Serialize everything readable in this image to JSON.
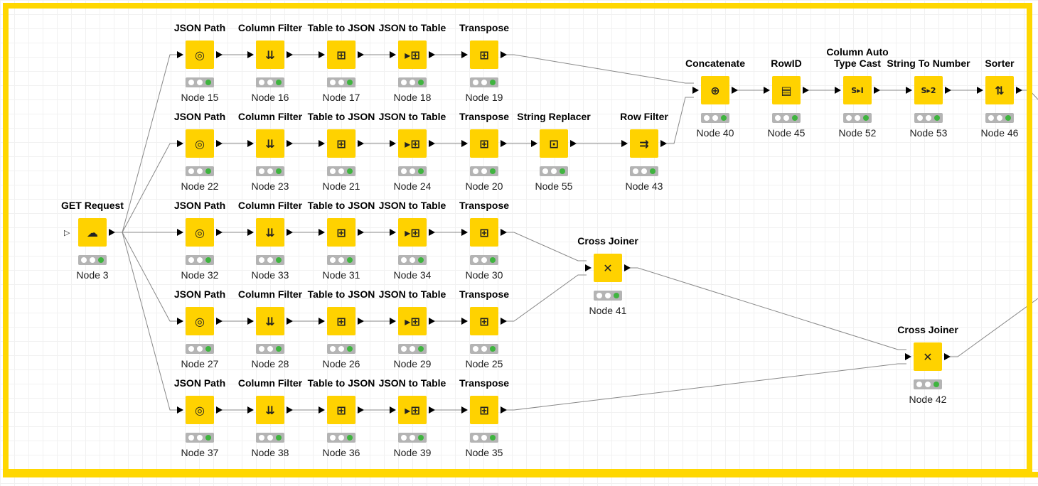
{
  "workflow": {
    "frame_color": "#ffd700",
    "node_color": "#ffd200",
    "status_ok_color": "#3fb43f",
    "nodes": [
      {
        "id": "n3",
        "title": "GET Request",
        "label": "Node 3",
        "icon": "get-request-icon",
        "glyph": "☁"
      },
      {
        "id": "n15",
        "title": "JSON Path",
        "label": "Node 15",
        "icon": "json-path-icon",
        "glyph": "◎"
      },
      {
        "id": "n16",
        "title": "Column Filter",
        "label": "Node 16",
        "icon": "column-filter-icon",
        "glyph": "⇊"
      },
      {
        "id": "n17",
        "title": "Table to JSON",
        "label": "Node 17",
        "icon": "table-to-json-icon",
        "glyph": "⊞"
      },
      {
        "id": "n18",
        "title": "JSON to Table",
        "label": "Node 18",
        "icon": "json-to-table-icon",
        "glyph": "▸⊞"
      },
      {
        "id": "n19",
        "title": "Transpose",
        "label": "Node 19",
        "icon": "transpose-icon",
        "glyph": "⊞"
      },
      {
        "id": "n22",
        "title": "JSON Path",
        "label": "Node 22",
        "icon": "json-path-icon",
        "glyph": "◎"
      },
      {
        "id": "n23",
        "title": "Column Filter",
        "label": "Node 23",
        "icon": "column-filter-icon",
        "glyph": "⇊"
      },
      {
        "id": "n21",
        "title": "Table to JSON",
        "label": "Node 21",
        "icon": "table-to-json-icon",
        "glyph": "⊞"
      },
      {
        "id": "n24",
        "title": "JSON to Table",
        "label": "Node 24",
        "icon": "json-to-table-icon",
        "glyph": "▸⊞"
      },
      {
        "id": "n20",
        "title": "Transpose",
        "label": "Node 20",
        "icon": "transpose-icon",
        "glyph": "⊞"
      },
      {
        "id": "n55",
        "title": "String Replacer",
        "label": "Node 55",
        "icon": "string-replacer-icon",
        "glyph": "⊡"
      },
      {
        "id": "n43",
        "title": "Row Filter",
        "label": "Node 43",
        "icon": "row-filter-icon",
        "glyph": "⇉"
      },
      {
        "id": "n32",
        "title": "JSON Path",
        "label": "Node 32",
        "icon": "json-path-icon",
        "glyph": "◎"
      },
      {
        "id": "n33",
        "title": "Column Filter",
        "label": "Node 33",
        "icon": "column-filter-icon",
        "glyph": "⇊"
      },
      {
        "id": "n31",
        "title": "Table to JSON",
        "label": "Node 31",
        "icon": "table-to-json-icon",
        "glyph": "⊞"
      },
      {
        "id": "n34",
        "title": "JSON to Table",
        "label": "Node 34",
        "icon": "json-to-table-icon",
        "glyph": "▸⊞"
      },
      {
        "id": "n30",
        "title": "Transpose",
        "label": "Node 30",
        "icon": "transpose-icon",
        "glyph": "⊞"
      },
      {
        "id": "n27",
        "title": "JSON Path",
        "label": "Node 27",
        "icon": "json-path-icon",
        "glyph": "◎"
      },
      {
        "id": "n28",
        "title": "Column Filter",
        "label": "Node 28",
        "icon": "column-filter-icon",
        "glyph": "⇊"
      },
      {
        "id": "n26",
        "title": "Table to JSON",
        "label": "Node 26",
        "icon": "table-to-json-icon",
        "glyph": "⊞"
      },
      {
        "id": "n29",
        "title": "JSON to Table",
        "label": "Node 29",
        "icon": "json-to-table-icon",
        "glyph": "▸⊞"
      },
      {
        "id": "n25",
        "title": "Transpose",
        "label": "Node 25",
        "icon": "transpose-icon",
        "glyph": "⊞"
      },
      {
        "id": "n37",
        "title": "JSON Path",
        "label": "Node 37",
        "icon": "json-path-icon",
        "glyph": "◎"
      },
      {
        "id": "n38",
        "title": "Column Filter",
        "label": "Node 38",
        "icon": "column-filter-icon",
        "glyph": "⇊"
      },
      {
        "id": "n36",
        "title": "Table to JSON",
        "label": "Node 36",
        "icon": "table-to-json-icon",
        "glyph": "⊞"
      },
      {
        "id": "n39",
        "title": "JSON to Table",
        "label": "Node 39",
        "icon": "json-to-table-icon",
        "glyph": "▸⊞"
      },
      {
        "id": "n35",
        "title": "Transpose",
        "label": "Node 35",
        "icon": "transpose-icon",
        "glyph": "⊞"
      },
      {
        "id": "n40",
        "title": "Concatenate",
        "label": "Node 40",
        "icon": "concatenate-icon",
        "glyph": "⊕"
      },
      {
        "id": "n45",
        "title": "RowID",
        "label": "Node 45",
        "icon": "rowid-icon",
        "glyph": "▤"
      },
      {
        "id": "n52",
        "title": "Column Auto\nType Cast",
        "label": "Node 52",
        "icon": "column-auto-type-cast-icon",
        "glyph": "S▸I"
      },
      {
        "id": "n53",
        "title": "String To Number",
        "label": "Node 53",
        "icon": "string-to-number-icon",
        "glyph": "S▸2"
      },
      {
        "id": "n46",
        "title": "Sorter",
        "label": "Node 46",
        "icon": "sorter-icon",
        "glyph": "⇅"
      },
      {
        "id": "n41",
        "title": "Cross Joiner",
        "label": "Node 41",
        "icon": "cross-joiner-icon",
        "glyph": "✕"
      },
      {
        "id": "n42",
        "title": "Cross Joiner",
        "label": "Node 42",
        "icon": "cross-joiner-icon",
        "glyph": "✕"
      }
    ],
    "connections": [
      [
        "n3",
        "n15"
      ],
      [
        "n3",
        "n22"
      ],
      [
        "n3",
        "n32"
      ],
      [
        "n3",
        "n27"
      ],
      [
        "n3",
        "n37"
      ],
      [
        "n15",
        "n16"
      ],
      [
        "n16",
        "n17"
      ],
      [
        "n17",
        "n18"
      ],
      [
        "n18",
        "n19"
      ],
      [
        "n22",
        "n23"
      ],
      [
        "n23",
        "n21"
      ],
      [
        "n21",
        "n24"
      ],
      [
        "n24",
        "n20"
      ],
      [
        "n20",
        "n55"
      ],
      [
        "n55",
        "n43"
      ],
      [
        "n32",
        "n33"
      ],
      [
        "n33",
        "n31"
      ],
      [
        "n31",
        "n34"
      ],
      [
        "n34",
        "n30"
      ],
      [
        "n27",
        "n28"
      ],
      [
        "n28",
        "n26"
      ],
      [
        "n26",
        "n29"
      ],
      [
        "n29",
        "n25"
      ],
      [
        "n37",
        "n38"
      ],
      [
        "n38",
        "n36"
      ],
      [
        "n36",
        "n39"
      ],
      [
        "n39",
        "n35"
      ],
      [
        "n19",
        "n40"
      ],
      [
        "n43",
        "n40"
      ],
      [
        "n40",
        "n45"
      ],
      [
        "n45",
        "n52"
      ],
      [
        "n52",
        "n53"
      ],
      [
        "n53",
        "n46"
      ],
      [
        "n30",
        "n41"
      ],
      [
        "n25",
        "n41"
      ],
      [
        "n41",
        "n42"
      ],
      [
        "n35",
        "n42"
      ]
    ]
  }
}
